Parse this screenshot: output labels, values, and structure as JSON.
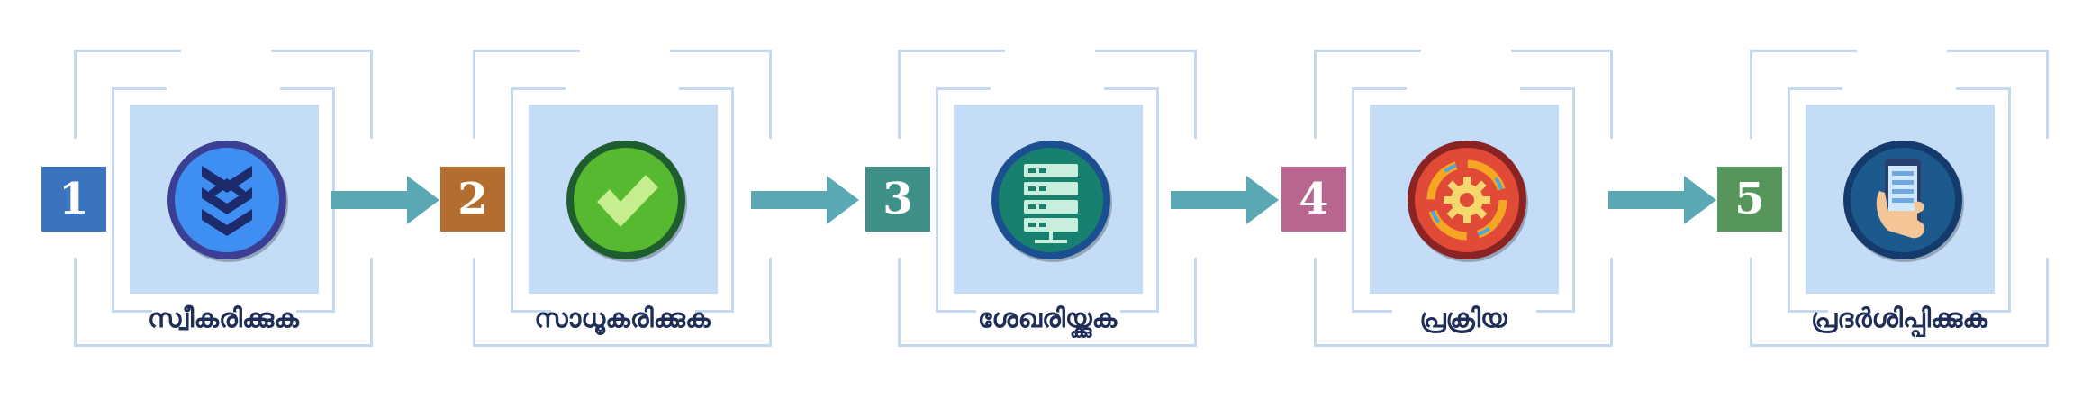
{
  "steps": [
    {
      "number": "1",
      "label": "സ്വീകരിക്കുക",
      "icon": "stack-layers-icon",
      "badge_color": "#3a74bf",
      "icon_ring": "#3b3f93",
      "icon_fill": "#3f8ef2"
    },
    {
      "number": "2",
      "label": "സാധൂകരിക്കുക",
      "icon": "check-mark-icon",
      "badge_color": "#b36d2f",
      "icon_ring": "#1e5e2e",
      "icon_fill": "#56b930"
    },
    {
      "number": "3",
      "label": "ശേഖരിയ്ക്കുക",
      "icon": "server-rack-icon",
      "badge_color": "#3f9188",
      "icon_ring": "#1c4f8f",
      "icon_fill": "#17806e"
    },
    {
      "number": "4",
      "label": "പ്രക്രിയ",
      "icon": "gear-cycle-icon",
      "badge_color": "#b8668f",
      "icon_ring": "#8b2323",
      "icon_fill": "#e04a37"
    },
    {
      "number": "5",
      "label": "പ്രദർശിപ്പിക്കുക",
      "icon": "phone-in-hand-icon",
      "badge_color": "#57965a",
      "icon_ring": "#143b6b",
      "icon_fill": "#1c5a8e"
    }
  ],
  "arrow_color": "#5ba8b5"
}
